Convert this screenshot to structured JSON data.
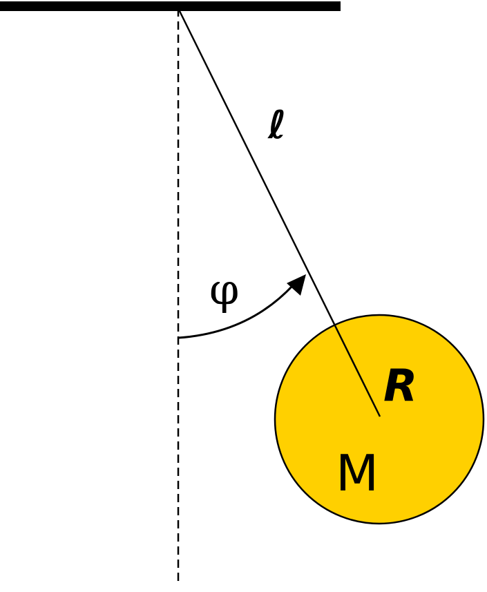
{
  "labels": {
    "length": "ℓ",
    "angle": "φ",
    "radius": "R",
    "mass": "M"
  },
  "colors": {
    "bob_fill": "#FFD000",
    "line": "#000000"
  }
}
